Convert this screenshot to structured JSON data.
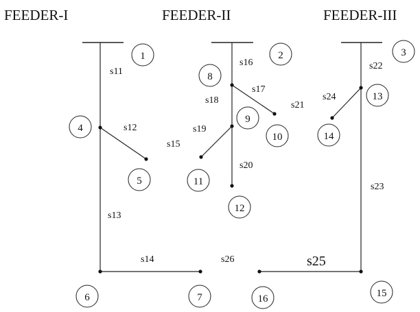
{
  "feeders": [
    "FEEDER-I",
    "FEEDER-II",
    "FEEDER-III"
  ],
  "nodes": [
    "1",
    "2",
    "3",
    "4",
    "5",
    "6",
    "7",
    "8",
    "9",
    "10",
    "11",
    "12",
    "13",
    "14",
    "15",
    "16"
  ],
  "sections": [
    "s11",
    "s12",
    "s13",
    "s14",
    "s15",
    "s16",
    "s17",
    "s18",
    "s19",
    "s20",
    "s21",
    "s22",
    "s23",
    "s24",
    "s25",
    "s26"
  ],
  "colors": {
    "line": "#222222",
    "text": "#111111"
  }
}
